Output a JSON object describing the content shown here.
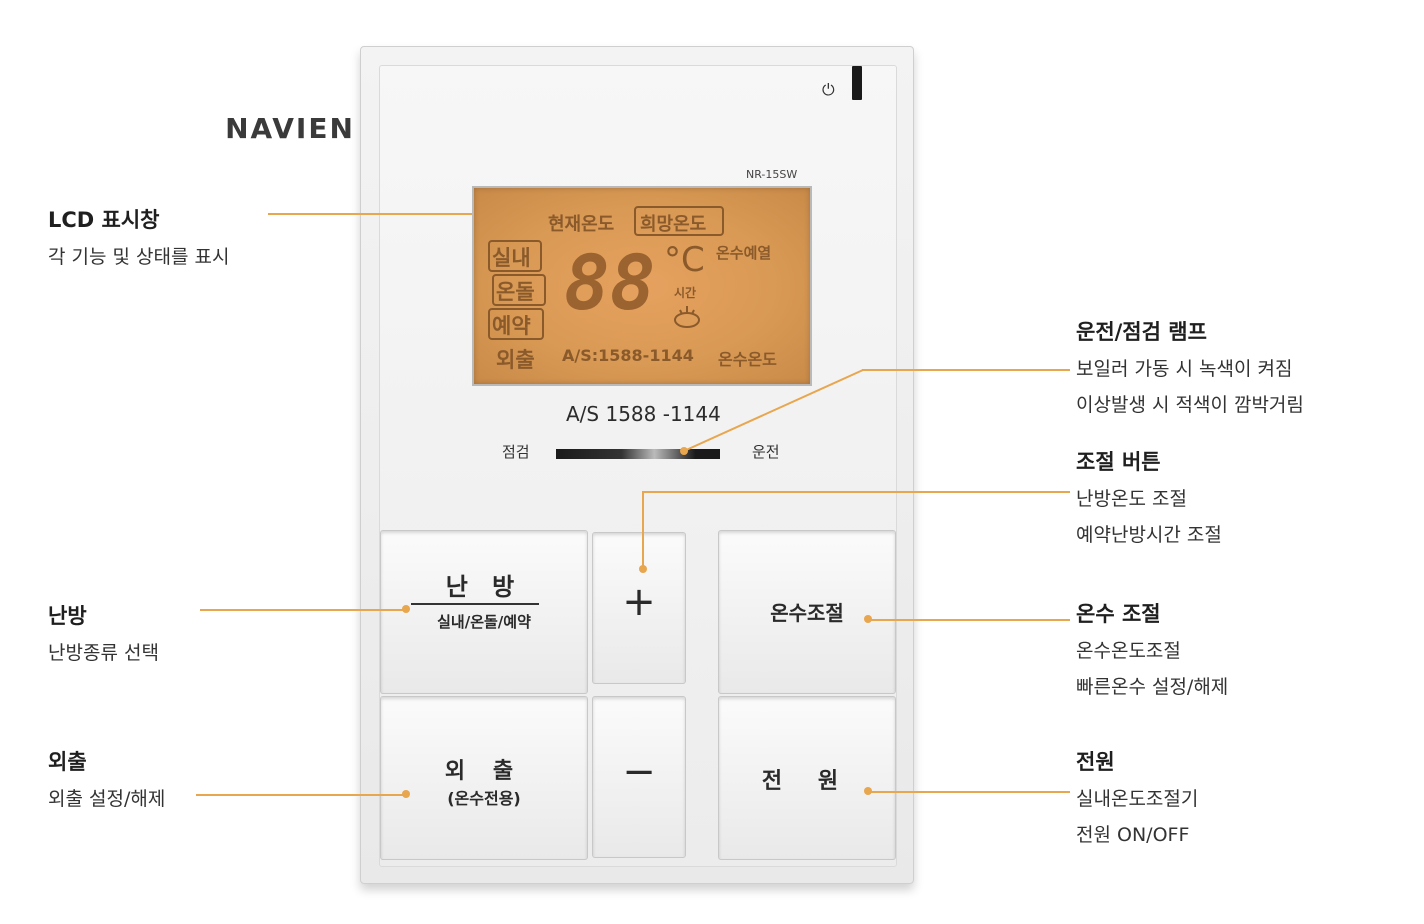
{
  "device": {
    "brand": "NAVIEN",
    "model": "NR-15SW",
    "power_symbol": "⏻",
    "as_number": "A/S 1588 -1144",
    "lamp_left": "점검",
    "lamp_right": "운전"
  },
  "lcd": {
    "current_temp": "현재온도",
    "desired_temp": "희망온도",
    "indoor": "실내",
    "ondol": "온돌",
    "reserve": "예약",
    "outing": "외출",
    "digits": "88",
    "unit": "°C",
    "hot_water_preheat": "온수예열",
    "time": "시간",
    "as_line": "A/S:1588-1144",
    "hot_water_temp": "온수온도"
  },
  "buttons": {
    "heating_title": "난 방",
    "heating_sub": "실내/온돌/예약",
    "plus": "+",
    "minus": "−",
    "hot_water": "온수조절",
    "outing_title": "외 출",
    "outing_sub": "(온수전용)",
    "power": "전 원"
  },
  "callouts": {
    "lcd": {
      "title": "LCD 표시창",
      "lines": [
        "각 기능 및 상태를 표시"
      ]
    },
    "lamp": {
      "title": "운전/점검 램프",
      "lines": [
        "보일러 가동 시 녹색이 켜짐",
        "이상발생 시 적색이 깜박거림"
      ]
    },
    "adjust": {
      "title": "조절 버튼",
      "lines": [
        "난방온도 조절",
        "예약난방시간 조절"
      ]
    },
    "heating": {
      "title": "난방",
      "lines": [
        "난방종류 선택"
      ]
    },
    "hot_water": {
      "title": "온수 조절",
      "lines": [
        "온수온도조절",
        "빠른온수 설정/해제"
      ]
    },
    "outing": {
      "title": "외출",
      "lines": [
        "외출 설정/해제"
      ]
    },
    "power": {
      "title": "전원",
      "lines": [
        "실내온도조절기",
        "전원 ON/OFF"
      ]
    }
  },
  "colors": {
    "accent": "#e8a64e",
    "lcd": "#d99a55",
    "lcd_text": "#8b5a2b"
  }
}
